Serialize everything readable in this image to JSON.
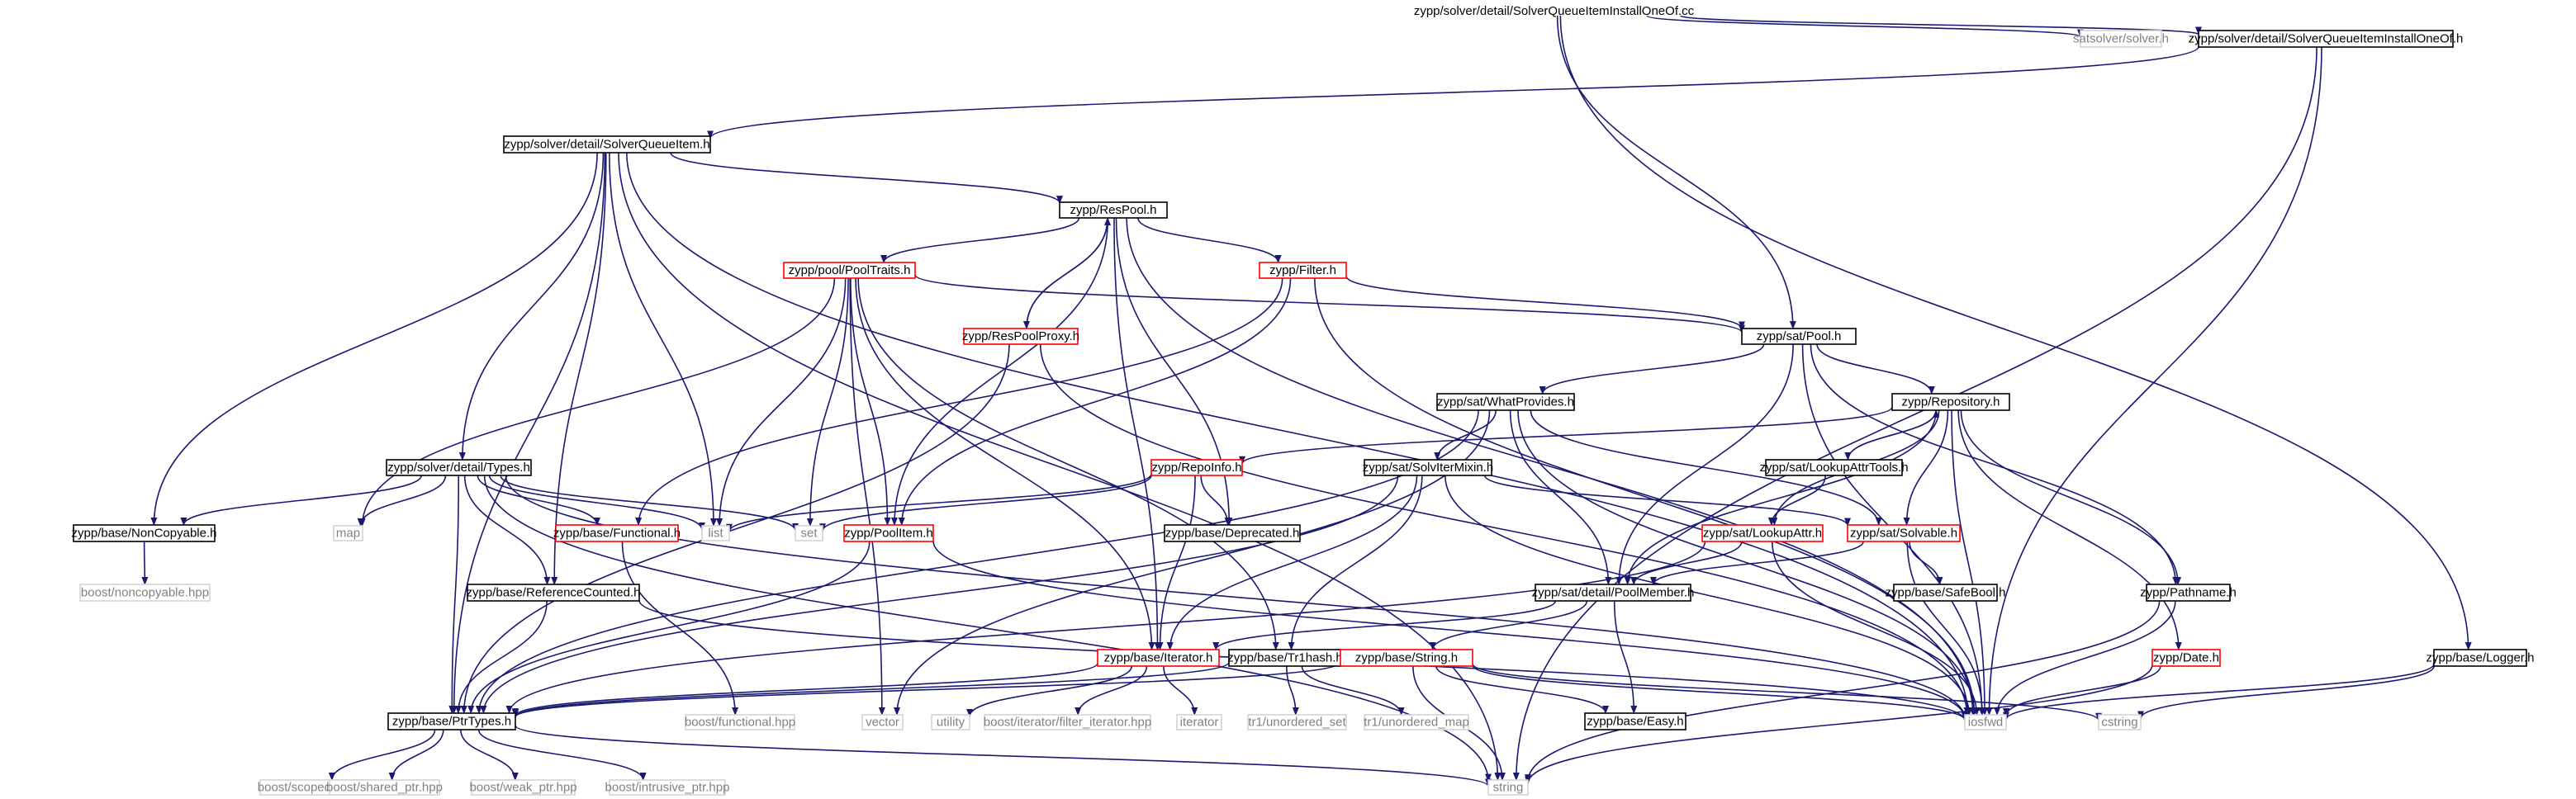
{
  "colors": {
    "edge": "#191970",
    "root_fill": "#c0c0c0",
    "border_normal": "#000000",
    "border_incomplete": "#ff0000",
    "border_system": "#d3d3d3",
    "text_normal": "#000000",
    "text_system": "#808080"
  },
  "nodes": [
    {
      "id": "root",
      "label": "zypp/solver/detail/SolverQueueItemInstallOneOf.cc",
      "kind": "root"
    },
    {
      "id": "satsolver",
      "label": "satsolver/solver.h",
      "kind": "system"
    },
    {
      "id": "sqiioo_h",
      "label": "zypp/solver/detail/SolverQueueItemInstallOneOf.h",
      "kind": "normal"
    },
    {
      "id": "sqi_h",
      "label": "zypp/solver/detail/SolverQueueItem.h",
      "kind": "normal"
    },
    {
      "id": "respool",
      "label": "zypp/ResPool.h",
      "kind": "normal"
    },
    {
      "id": "pooltraits",
      "label": "zypp/pool/PoolTraits.h",
      "kind": "incomplete"
    },
    {
      "id": "filter",
      "label": "zypp/Filter.h",
      "kind": "incomplete"
    },
    {
      "id": "respoolproxy",
      "label": "zypp/ResPoolProxy.h",
      "kind": "incomplete"
    },
    {
      "id": "satpool",
      "label": "zypp/sat/Pool.h",
      "kind": "normal"
    },
    {
      "id": "whatprovides",
      "label": "zypp/sat/WhatProvides.h",
      "kind": "normal"
    },
    {
      "id": "repository",
      "label": "zypp/Repository.h",
      "kind": "normal"
    },
    {
      "id": "types",
      "label": "zypp/solver/detail/Types.h",
      "kind": "normal"
    },
    {
      "id": "repoinfo",
      "label": "zypp/RepoInfo.h",
      "kind": "incomplete"
    },
    {
      "id": "solviter",
      "label": "zypp/sat/SolvIterMixin.h",
      "kind": "normal"
    },
    {
      "id": "lookupattrtools",
      "label": "zypp/sat/LookupAttrTools.h",
      "kind": "normal"
    },
    {
      "id": "noncopyable",
      "label": "zypp/base/NonCopyable.h",
      "kind": "normal"
    },
    {
      "id": "map",
      "label": "map",
      "kind": "system"
    },
    {
      "id": "functional",
      "label": "zypp/base/Functional.h",
      "kind": "incomplete"
    },
    {
      "id": "list",
      "label": "list",
      "kind": "system"
    },
    {
      "id": "set",
      "label": "set",
      "kind": "system"
    },
    {
      "id": "poolitem",
      "label": "zypp/PoolItem.h",
      "kind": "incomplete"
    },
    {
      "id": "deprecated",
      "label": "zypp/base/Deprecated.h",
      "kind": "normal"
    },
    {
      "id": "lookupattr",
      "label": "zypp/sat/LookupAttr.h",
      "kind": "incomplete"
    },
    {
      "id": "solvable",
      "label": "zypp/sat/Solvable.h",
      "kind": "incomplete"
    },
    {
      "id": "boostnoncopy",
      "label": "boost/noncopyable.hpp",
      "kind": "system"
    },
    {
      "id": "refcounted",
      "label": "zypp/base/ReferenceCounted.h",
      "kind": "normal"
    },
    {
      "id": "poolmember",
      "label": "zypp/sat/detail/PoolMember.h",
      "kind": "normal"
    },
    {
      "id": "safebool",
      "label": "zypp/base/SafeBool.h",
      "kind": "normal"
    },
    {
      "id": "pathname",
      "label": "zypp/Pathname.h",
      "kind": "normal"
    },
    {
      "id": "iterator_h",
      "label": "zypp/base/Iterator.h",
      "kind": "incomplete"
    },
    {
      "id": "tr1hash",
      "label": "zypp/base/Tr1hash.h",
      "kind": "normal"
    },
    {
      "id": "string_h",
      "label": "zypp/base/String.h",
      "kind": "incomplete"
    },
    {
      "id": "date",
      "label": "zypp/Date.h",
      "kind": "incomplete"
    },
    {
      "id": "logger",
      "label": "zypp/base/Logger.h",
      "kind": "normal"
    },
    {
      "id": "ptrtypes",
      "label": "zypp/base/PtrTypes.h",
      "kind": "normal"
    },
    {
      "id": "boostfunctional",
      "label": "boost/functional.hpp",
      "kind": "system"
    },
    {
      "id": "vector",
      "label": "vector",
      "kind": "system"
    },
    {
      "id": "utility",
      "label": "utility",
      "kind": "system"
    },
    {
      "id": "filteriter",
      "label": "boost/iterator/filter_iterator.hpp",
      "kind": "system"
    },
    {
      "id": "iterator",
      "label": "iterator",
      "kind": "system"
    },
    {
      "id": "tr1set",
      "label": "tr1/unordered_set",
      "kind": "system"
    },
    {
      "id": "tr1map",
      "label": "tr1/unordered_map",
      "kind": "system"
    },
    {
      "id": "easy",
      "label": "zypp/base/Easy.h",
      "kind": "normal"
    },
    {
      "id": "iosfwd",
      "label": "iosfwd",
      "kind": "system"
    },
    {
      "id": "cstring",
      "label": "cstring",
      "kind": "system"
    },
    {
      "id": "scopedptr",
      "label": "boost/scoped_ptr.hpp",
      "kind": "system"
    },
    {
      "id": "sharedptr",
      "label": "boost/shared_ptr.hpp",
      "kind": "system"
    },
    {
      "id": "weakptr",
      "label": "boost/weak_ptr.hpp",
      "kind": "system"
    },
    {
      "id": "intrusiveptr",
      "label": "boost/intrusive_ptr.hpp",
      "kind": "system"
    },
    {
      "id": "string",
      "label": "string",
      "kind": "system"
    }
  ],
  "edges": [
    [
      "root",
      "satsolver"
    ],
    [
      "root",
      "sqiioo_h"
    ],
    [
      "root",
      "satpool"
    ],
    [
      "root",
      "logger"
    ],
    [
      "sqiioo_h",
      "sqi_h"
    ],
    [
      "sqiioo_h",
      "iosfwd"
    ],
    [
      "sqiioo_h",
      "string"
    ],
    [
      "sqi_h",
      "respool"
    ],
    [
      "sqi_h",
      "types"
    ],
    [
      "sqi_h",
      "noncopyable"
    ],
    [
      "sqi_h",
      "refcounted"
    ],
    [
      "sqi_h",
      "ptrtypes"
    ],
    [
      "sqi_h",
      "list"
    ],
    [
      "sqi_h",
      "iosfwd"
    ],
    [
      "sqi_h",
      "string"
    ],
    [
      "respool",
      "pooltraits"
    ],
    [
      "respool",
      "filter"
    ],
    [
      "respool",
      "respoolproxy"
    ],
    [
      "respool",
      "poolitem"
    ],
    [
      "respool",
      "iterator_h"
    ],
    [
      "respool",
      "deprecated"
    ],
    [
      "respool",
      "iosfwd"
    ],
    [
      "pooltraits",
      "satpool"
    ],
    [
      "pooltraits",
      "map"
    ],
    [
      "pooltraits",
      "list"
    ],
    [
      "pooltraits",
      "set"
    ],
    [
      "pooltraits",
      "vector"
    ],
    [
      "pooltraits",
      "poolitem"
    ],
    [
      "pooltraits",
      "iterator_h"
    ],
    [
      "pooltraits",
      "tr1hash"
    ],
    [
      "respoolproxy",
      "respool"
    ],
    [
      "respoolproxy",
      "ptrtypes"
    ],
    [
      "respoolproxy",
      "iosfwd"
    ],
    [
      "filter",
      "satpool"
    ],
    [
      "filter",
      "functional"
    ],
    [
      "filter",
      "poolitem"
    ],
    [
      "filter",
      "iosfwd"
    ],
    [
      "satpool",
      "whatprovides"
    ],
    [
      "satpool",
      "repository"
    ],
    [
      "satpool",
      "poolmember"
    ],
    [
      "satpool",
      "pathname"
    ],
    [
      "satpool",
      "iosfwd"
    ],
    [
      "whatprovides",
      "solviter"
    ],
    [
      "whatprovides",
      "solvable"
    ],
    [
      "whatprovides",
      "poolmember"
    ],
    [
      "whatprovides",
      "ptrtypes"
    ],
    [
      "whatprovides",
      "vector"
    ],
    [
      "whatprovides",
      "iosfwd"
    ],
    [
      "repository",
      "repoinfo"
    ],
    [
      "repository",
      "lookupattrtools"
    ],
    [
      "repository",
      "lookupattr"
    ],
    [
      "repository",
      "solvable"
    ],
    [
      "repository",
      "pathname"
    ],
    [
      "repository",
      "date"
    ],
    [
      "repository",
      "poolmember"
    ],
    [
      "repository",
      "iosfwd"
    ],
    [
      "lookupattrtools",
      "repository"
    ],
    [
      "lookupattrtools",
      "lookupattr"
    ],
    [
      "repoinfo",
      "list"
    ],
    [
      "repoinfo",
      "set"
    ],
    [
      "repoinfo",
      "iterator_h"
    ],
    [
      "repoinfo",
      "deprecated"
    ],
    [
      "solviter",
      "solvable"
    ],
    [
      "solviter",
      "iterator_h"
    ],
    [
      "solviter",
      "tr1hash"
    ],
    [
      "solviter",
      "ptrtypes"
    ],
    [
      "solviter",
      "iosfwd"
    ],
    [
      "types",
      "noncopyable"
    ],
    [
      "types",
      "map"
    ],
    [
      "types",
      "functional"
    ],
    [
      "types",
      "list"
    ],
    [
      "types",
      "set"
    ],
    [
      "types",
      "refcounted"
    ],
    [
      "types",
      "ptrtypes"
    ],
    [
      "types",
      "iosfwd"
    ],
    [
      "types",
      "string"
    ],
    [
      "noncopyable",
      "boostnoncopy"
    ],
    [
      "functional",
      "boostfunctional"
    ],
    [
      "poolitem",
      "ptrtypes"
    ],
    [
      "poolitem",
      "iosfwd"
    ],
    [
      "lookupattr",
      "poolmember"
    ],
    [
      "lookupattr",
      "ptrtypes"
    ],
    [
      "lookupattr",
      "iosfwd"
    ],
    [
      "solvable",
      "poolmember"
    ],
    [
      "solvable",
      "safebool"
    ],
    [
      "solvable",
      "iosfwd"
    ],
    [
      "refcounted",
      "ptrtypes"
    ],
    [
      "refcounted",
      "iosfwd"
    ],
    [
      "poolmember",
      "iterator_h"
    ],
    [
      "poolmember",
      "string_h"
    ],
    [
      "poolmember",
      "easy"
    ],
    [
      "pathname",
      "iosfwd"
    ],
    [
      "pathname",
      "string"
    ],
    [
      "iterator_h",
      "utility"
    ],
    [
      "iterator_h",
      "filteriter"
    ],
    [
      "iterator_h",
      "iterator"
    ],
    [
      "iterator_h",
      "ptrtypes"
    ],
    [
      "tr1hash",
      "tr1set"
    ],
    [
      "tr1hash",
      "tr1map"
    ],
    [
      "tr1hash",
      "ptrtypes"
    ],
    [
      "string_h",
      "iosfwd"
    ],
    [
      "string_h",
      "cstring"
    ],
    [
      "string_h",
      "string"
    ],
    [
      "string_h",
      "easy"
    ],
    [
      "string_h",
      "ptrtypes"
    ],
    [
      "date",
      "iosfwd"
    ],
    [
      "date",
      "string"
    ],
    [
      "logger",
      "iosfwd"
    ],
    [
      "logger",
      "cstring"
    ],
    [
      "ptrtypes",
      "string"
    ],
    [
      "ptrtypes",
      "scopedptr"
    ],
    [
      "ptrtypes",
      "sharedptr"
    ],
    [
      "ptrtypes",
      "weakptr"
    ],
    [
      "ptrtypes",
      "intrusiveptr"
    ]
  ]
}
